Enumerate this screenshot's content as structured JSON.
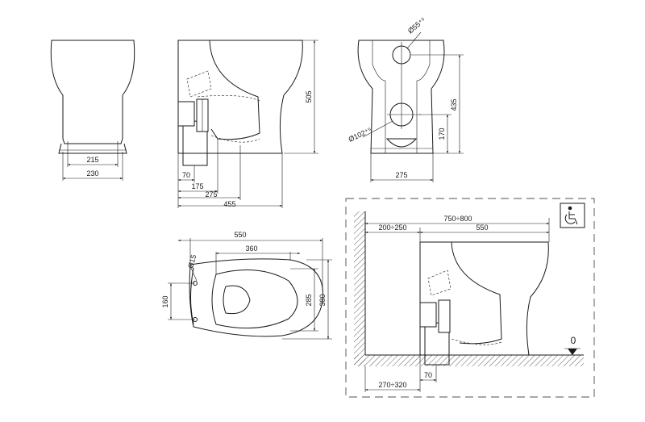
{
  "front_view": {
    "dim_215": "215",
    "dim_230": "230"
  },
  "side_view": {
    "dim_505": "505",
    "dim_70": "70",
    "dim_175": "175",
    "dim_275": "275",
    "dim_455": "455"
  },
  "rear_view": {
    "dim_d55": "Ø55⁺⁵",
    "dim_d102": "Ø102⁺⁵",
    "dim_435": "435",
    "dim_170": "170",
    "dim_275": "275"
  },
  "top_view": {
    "dim_550": "550",
    "dim_360": "360",
    "dim_d15": "Ø15",
    "dim_160": "160",
    "dim_285": "285",
    "dim_380": "380"
  },
  "install_view": {
    "dim_750_800": "750÷800",
    "dim_200_250": "200÷250",
    "dim_550": "550",
    "dim_70": "70",
    "dim_270_320": "270÷320",
    "floor_level": "0"
  },
  "icons": {
    "accessibility": "wheelchair-icon"
  }
}
